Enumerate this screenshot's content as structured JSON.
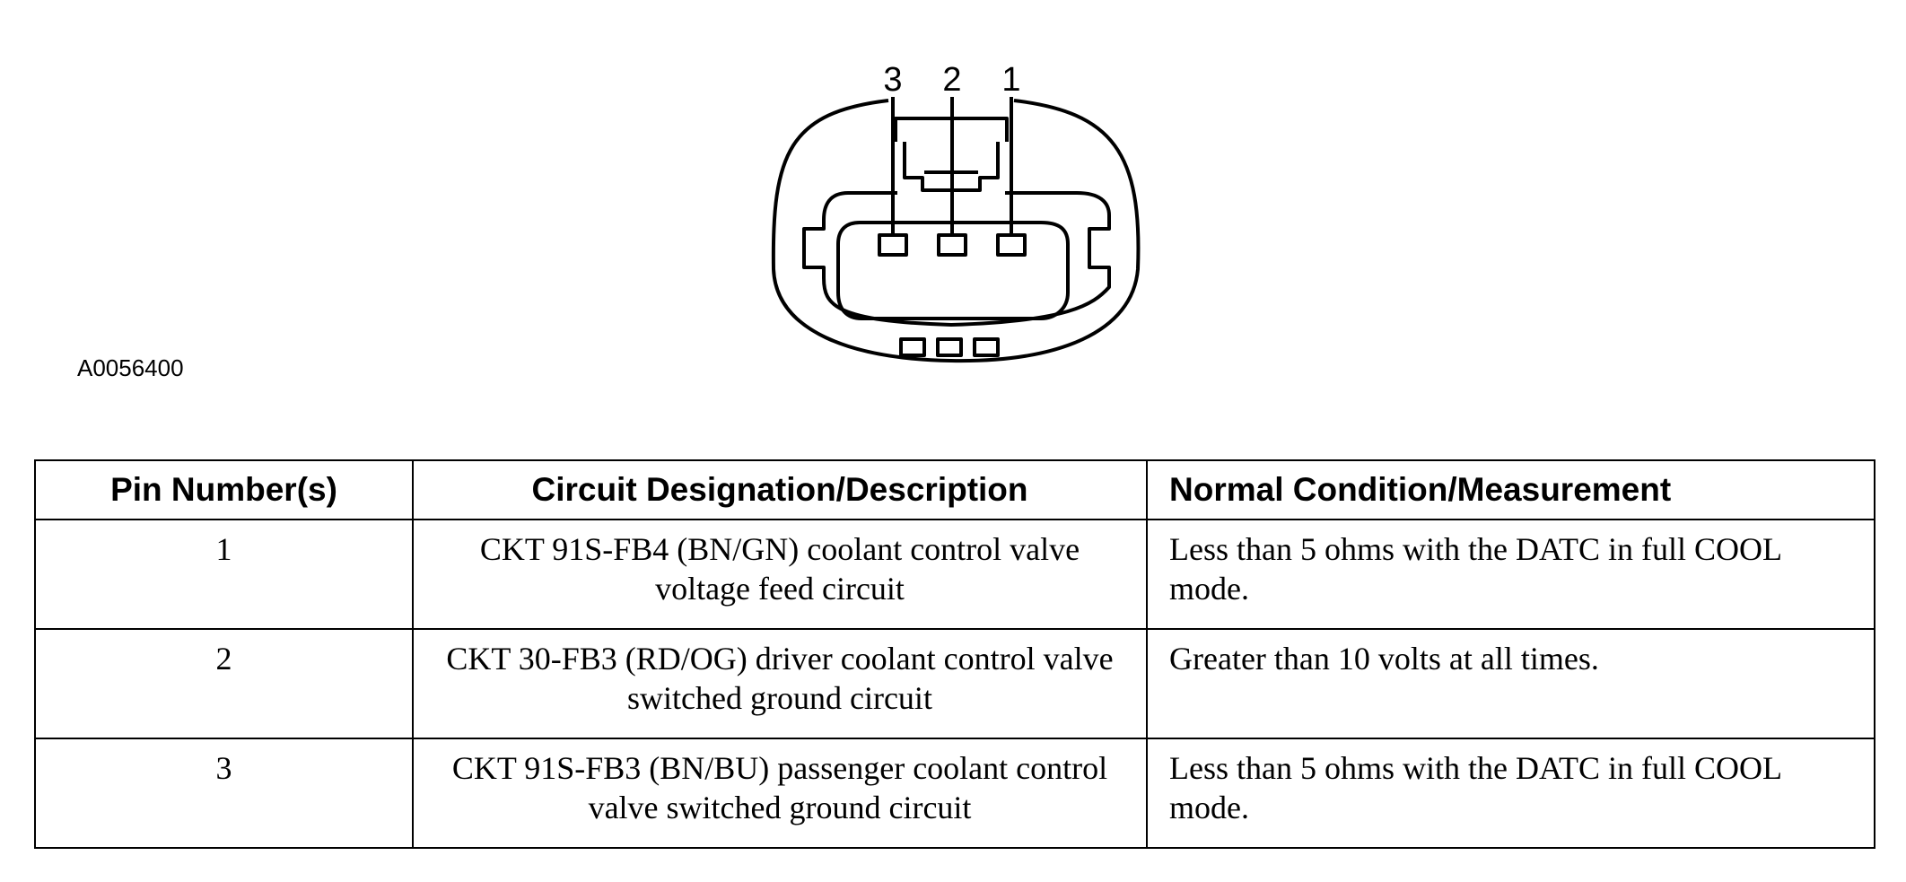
{
  "figure": {
    "pin_labels": [
      "3",
      "2",
      "1"
    ],
    "id": "A0056400"
  },
  "table": {
    "headers": [
      "Pin Number(s)",
      "Circuit Designation/Description",
      "Normal Condition/Measurement"
    ],
    "rows": [
      {
        "pin": "1",
        "circuit": "CKT 91S-FB4 (BN/GN) coolant control valve voltage feed circuit",
        "condition": "Less than 5 ohms with the DATC in full COOL mode."
      },
      {
        "pin": "2",
        "circuit": "CKT 30-FB3 (RD/OG) driver coolant control valve switched ground circuit",
        "condition": "Greater than 10 volts at all times."
      },
      {
        "pin": "3",
        "circuit": "CKT 91S-FB3 (BN/BU) passenger coolant control valve switched ground circuit",
        "condition": "Less than 5 ohms with the DATC in full COOL mode."
      }
    ]
  }
}
